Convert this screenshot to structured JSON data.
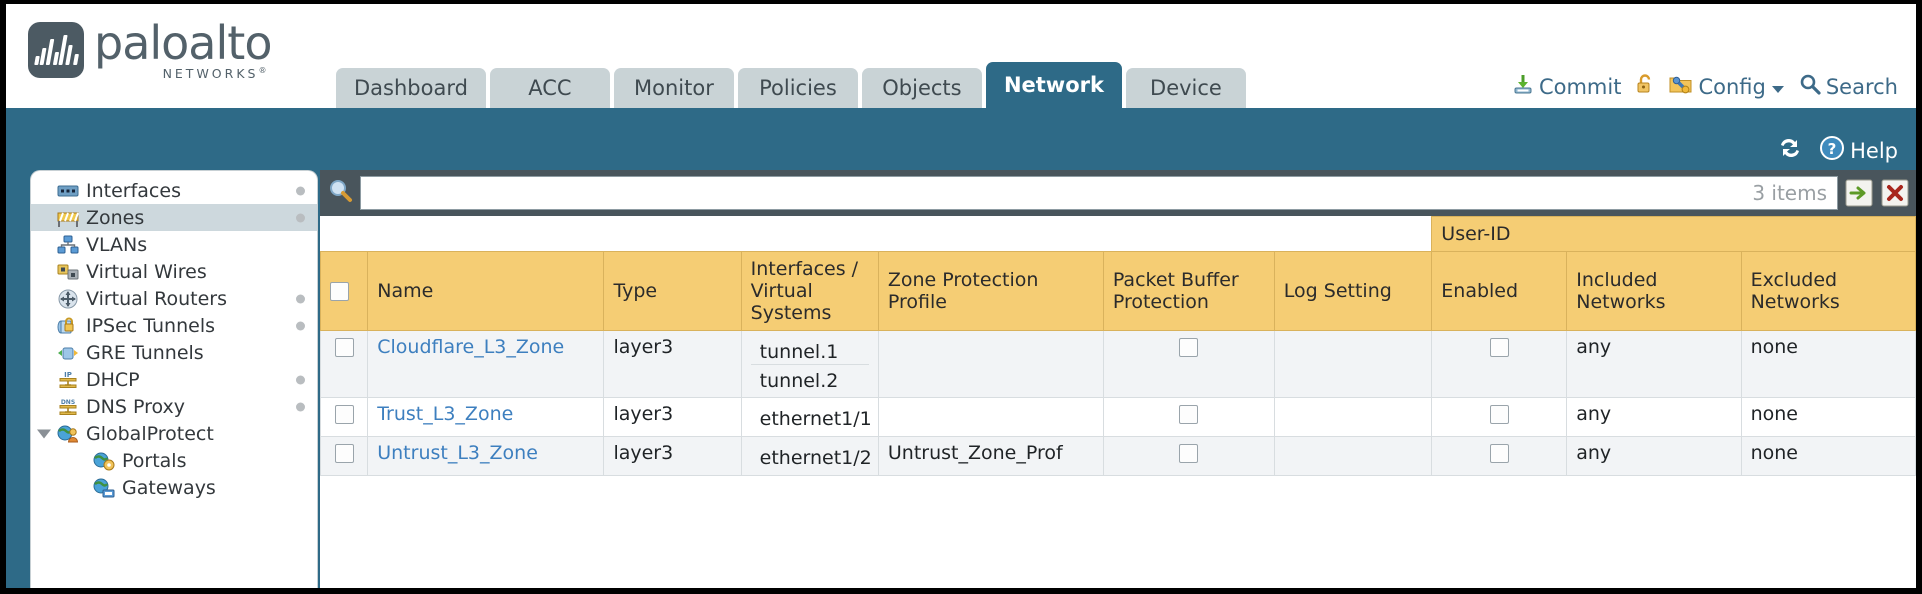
{
  "brand": {
    "word": "paloalto",
    "sub": "NETWORKS",
    "reg": "®"
  },
  "tabs": [
    {
      "label": "Dashboard",
      "active": false
    },
    {
      "label": "ACC",
      "active": false
    },
    {
      "label": "Monitor",
      "active": false
    },
    {
      "label": "Policies",
      "active": false
    },
    {
      "label": "Objects",
      "active": false
    },
    {
      "label": "Network",
      "active": true
    },
    {
      "label": "Device",
      "active": false
    }
  ],
  "top_actions": [
    {
      "label": "Commit",
      "icon": "commit-icon"
    },
    {
      "label": "",
      "icon": "unlock-icon"
    },
    {
      "label": "Config",
      "icon": "config-icon",
      "caret": true
    },
    {
      "label": "Search",
      "icon": "search-icon"
    }
  ],
  "band_actions": [
    {
      "label": "",
      "icon": "refresh-icon"
    },
    {
      "label": "Help",
      "icon": "help-icon"
    }
  ],
  "sidebar": {
    "items": [
      {
        "label": "Interfaces",
        "icon": "interfaces-icon",
        "selected": false,
        "dot": true,
        "child": false,
        "caret": false
      },
      {
        "label": "Zones",
        "icon": "zones-icon",
        "selected": true,
        "dot": true,
        "child": false,
        "caret": false
      },
      {
        "label": "VLANs",
        "icon": "vlans-icon",
        "selected": false,
        "dot": false,
        "child": false,
        "caret": false
      },
      {
        "label": "Virtual Wires",
        "icon": "virtual-wires-icon",
        "selected": false,
        "dot": false,
        "child": false,
        "caret": false
      },
      {
        "label": "Virtual Routers",
        "icon": "virtual-routers-icon",
        "selected": false,
        "dot": true,
        "child": false,
        "caret": false
      },
      {
        "label": "IPSec Tunnels",
        "icon": "ipsec-tunnels-icon",
        "selected": false,
        "dot": true,
        "child": false,
        "caret": false
      },
      {
        "label": "GRE Tunnels",
        "icon": "gre-tunnels-icon",
        "selected": false,
        "dot": false,
        "child": false,
        "caret": false
      },
      {
        "label": "DHCP",
        "icon": "dhcp-icon",
        "selected": false,
        "dot": true,
        "child": false,
        "caret": false
      },
      {
        "label": "DNS Proxy",
        "icon": "dns-proxy-icon",
        "selected": false,
        "dot": true,
        "child": false,
        "caret": false
      },
      {
        "label": "GlobalProtect",
        "icon": "globalprotect-icon",
        "selected": false,
        "dot": false,
        "child": false,
        "caret": true
      },
      {
        "label": "Portals",
        "icon": "portals-icon",
        "selected": false,
        "dot": false,
        "child": true,
        "caret": false
      },
      {
        "label": "Gateways",
        "icon": "gateways-icon",
        "selected": false,
        "dot": false,
        "child": true,
        "caret": false
      }
    ]
  },
  "search": {
    "value": "",
    "placeholder": "",
    "item_count": "3 items",
    "apply_icon": "green-arrow-icon",
    "clear_icon": "red-x-icon",
    "search_icon": "magnifier-icon"
  },
  "table": {
    "group_header": "User-ID",
    "columns": [
      "Name",
      "Type",
      "Interfaces / Virtual Systems",
      "Zone Protection Profile",
      "Packet Buffer Protection",
      "Log Setting",
      "Enabled",
      "Included Networks",
      "Excluded Networks"
    ],
    "rows": [
      {
        "selected": false,
        "name": "Cloudflare_L3_Zone",
        "type": "layer3",
        "interfaces": [
          "tunnel.1",
          "tunnel.2"
        ],
        "zone_protection_profile": "",
        "packet_buffer_protection": false,
        "log_setting": "",
        "enabled": false,
        "included_networks": "any",
        "excluded_networks": "none"
      },
      {
        "selected": false,
        "name": "Trust_L3_Zone",
        "type": "layer3",
        "interfaces": [
          "ethernet1/1"
        ],
        "zone_protection_profile": "",
        "packet_buffer_protection": false,
        "log_setting": "",
        "enabled": false,
        "included_networks": "any",
        "excluded_networks": "none"
      },
      {
        "selected": false,
        "name": "Untrust_L3_Zone",
        "type": "layer3",
        "interfaces": [
          "ethernet1/2"
        ],
        "zone_protection_profile": "Untrust_Zone_Prof",
        "packet_buffer_protection": false,
        "log_setting": "",
        "enabled": false,
        "included_networks": "any",
        "excluded_networks": "none"
      }
    ]
  },
  "colors": {
    "band": "#2e6a87",
    "tab_active": "#2e6a87",
    "tab_inactive": "#c9d3d6",
    "header_amber": "#f5cd74",
    "group_amber": "#e9bb58",
    "link": "#3d7fbf",
    "searchbar": "#49555c"
  }
}
